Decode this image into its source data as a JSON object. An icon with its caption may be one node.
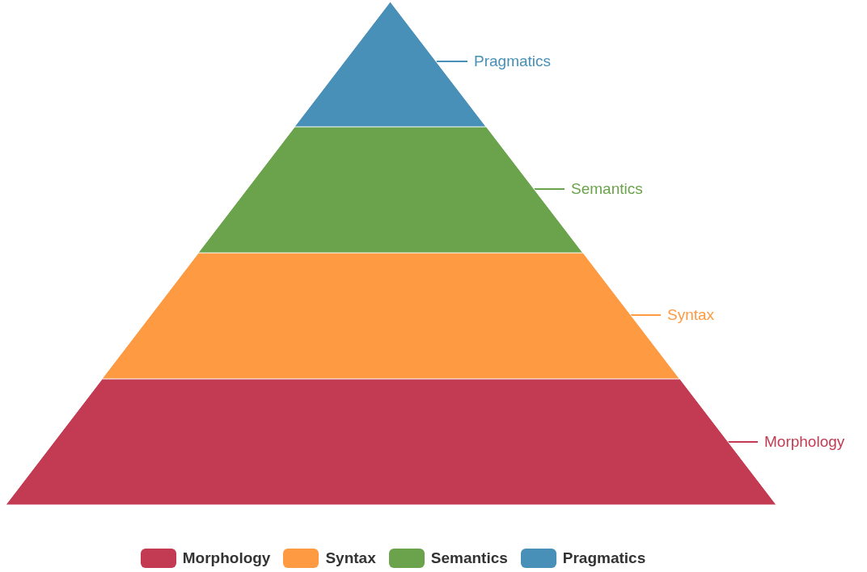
{
  "diagram": {
    "nodes": [
      {
        "text": [],
        "shape": "triangle"
      },
      {
        "text": [
          "Pragmatics"
        ]
      },
      {
        "text": [],
        "shape": "trapezoid"
      },
      {
        "text": [
          "Semantics"
        ]
      },
      {
        "text": [],
        "shape": "trapezoid"
      },
      {
        "text": [
          "Syntax"
        ]
      },
      {
        "text": [],
        "shape": "trapezoid"
      },
      {
        "text": [
          "Morphology"
        ]
      }
    ],
    "edges": [
      {
        "from": 1,
        "to": 0,
        "arrow": "none",
        "color": "#4890b8"
      },
      {
        "from": 3,
        "to": 2,
        "arrow": "none",
        "color": "#6aa34b"
      },
      {
        "from": 5,
        "to": 4,
        "arrow": "none",
        "color": "#fd9a42"
      },
      {
        "from": 7,
        "to": 6,
        "arrow": "none",
        "color": "#c23b52"
      }
    ],
    "legend": [
      {
        "text": "Morphology",
        "color": "#c23b52"
      },
      {
        "text": "Syntax",
        "color": "#fd9a42"
      },
      {
        "text": "Semantics",
        "color": "#6aa34b"
      },
      {
        "text": "Pragmatics",
        "color": "#4890b8"
      }
    ]
  }
}
